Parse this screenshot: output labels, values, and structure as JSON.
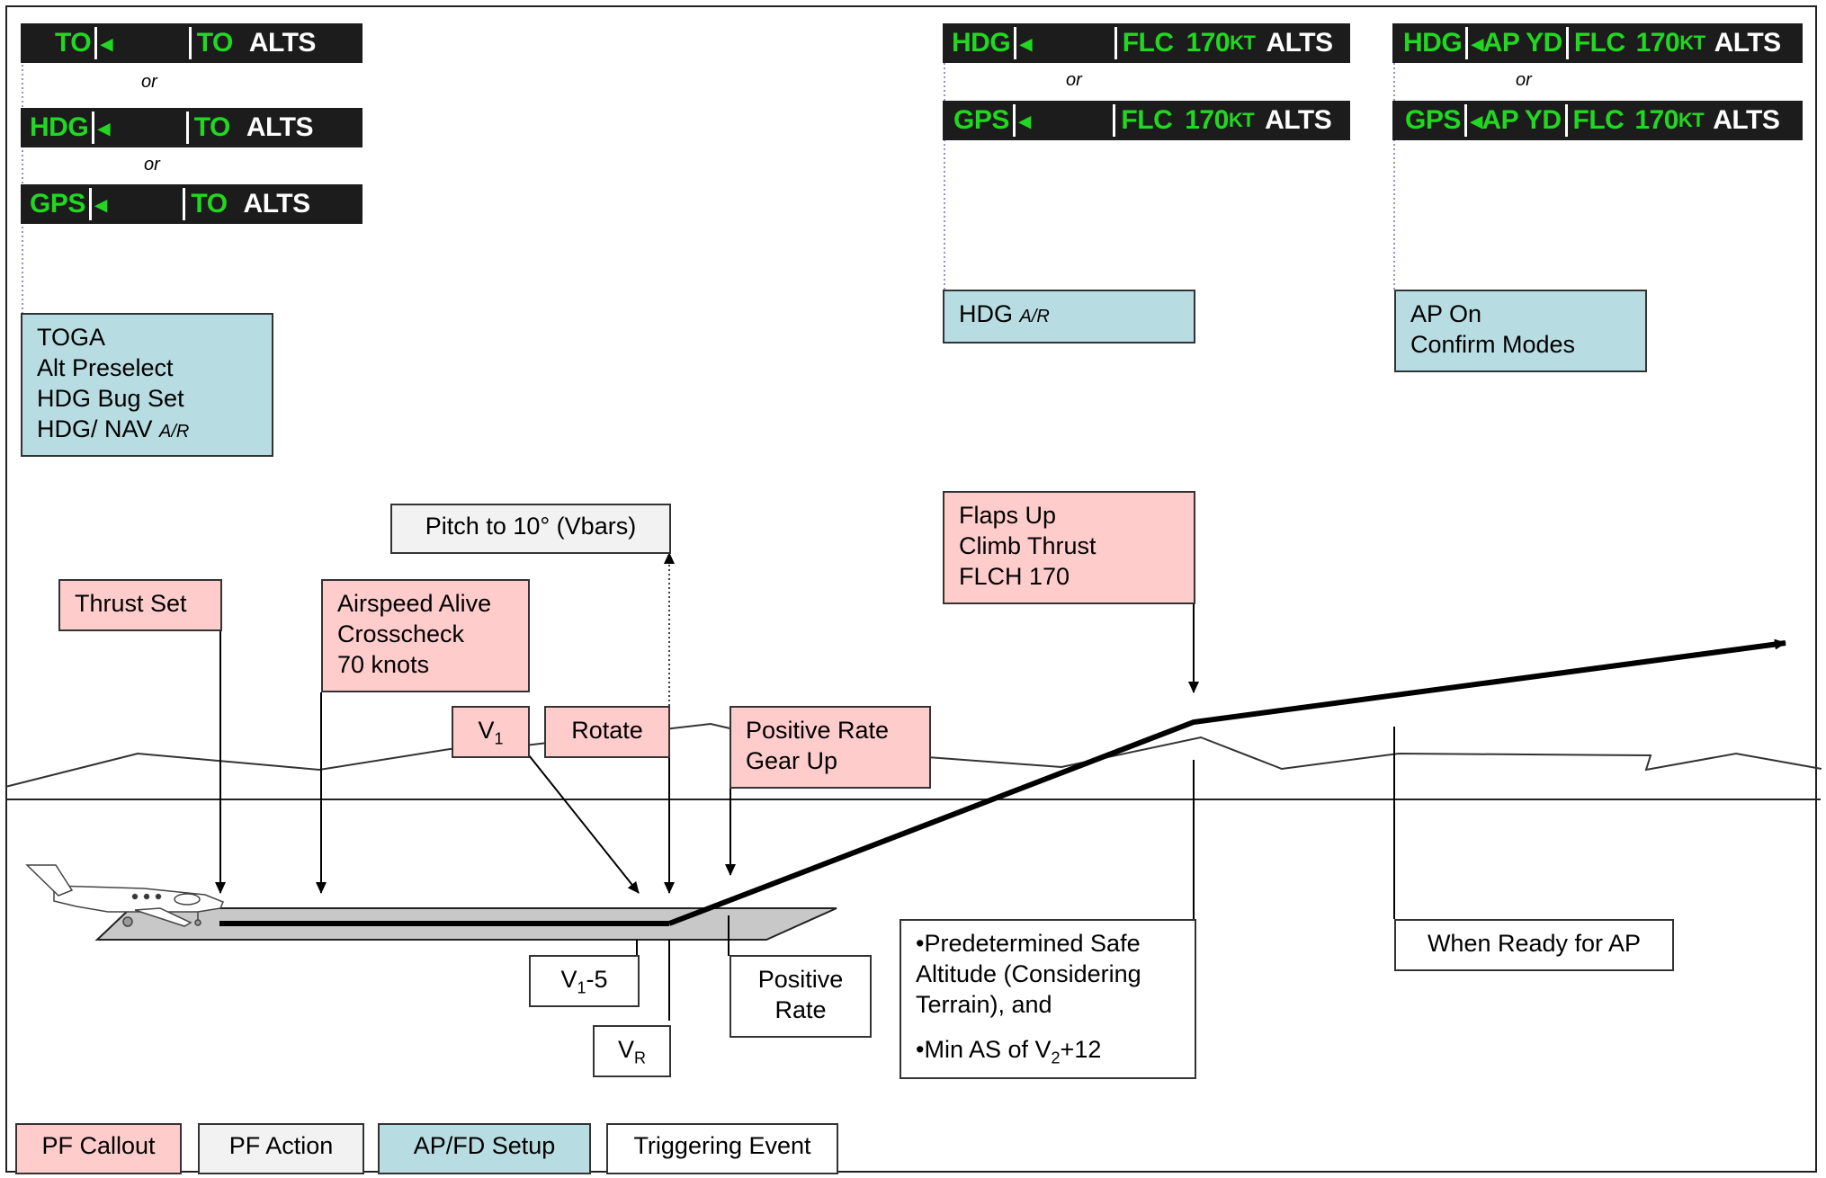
{
  "strips": {
    "s1": {
      "a": "TO",
      "b": "TO",
      "c": "ALTS"
    },
    "s2": {
      "a": "HDG",
      "b": "TO",
      "c": "ALTS"
    },
    "s3": {
      "a": "GPS",
      "b": "TO",
      "c": "ALTS"
    },
    "s4": {
      "a": "HDG",
      "b": "FLC",
      "n": "170",
      "u": "KT",
      "c": "ALTS"
    },
    "s5": {
      "a": "GPS",
      "b": "FLC",
      "n": "170",
      "u": "KT",
      "c": "ALTS"
    },
    "s6": {
      "a": "HDG",
      "ap": "AP YD",
      "b": "FLC",
      "n": "170",
      "u": "KT",
      "c": "ALTS"
    },
    "s7": {
      "a": "GPS",
      "ap": "AP YD",
      "b": "FLC",
      "n": "170",
      "u": "KT",
      "c": "ALTS"
    }
  },
  "or_label": "or",
  "arrow_glyph": "◂",
  "boxes": {
    "toga": {
      "l1": "TOGA",
      "l2": "Alt Preselect",
      "l3": "HDG Bug Set",
      "l4": "HDG/ NAV",
      "ar": "A/R"
    },
    "hdg_ar": {
      "l1": "HDG",
      "ar": "A/R"
    },
    "ap_on": {
      "l1": "AP On",
      "l2": "Confirm Modes"
    },
    "pitch": "Pitch to 10° (Vbars)",
    "flaps": {
      "l1": "Flaps Up",
      "l2": "Climb Thrust",
      "l3": "FLCH 170"
    },
    "thrust": "Thrust Set",
    "airspeed": {
      "l1": "Airspeed Alive",
      "l2": "Crosscheck",
      "l3": "70 knots"
    },
    "v1": {
      "v": "V",
      "sub": "1"
    },
    "rotate": "Rotate",
    "posrate_gear": {
      "l1": "Positive Rate",
      "l2": "Gear Up"
    },
    "v1_5": {
      "v": "V",
      "sub": "1",
      "tail": "-5"
    },
    "vr": {
      "v": "V",
      "sub": "R"
    },
    "posrate": {
      "l1": "Positive",
      "l2": "Rate"
    },
    "safe_alt": {
      "l1": "•Predetermined Safe",
      "l2": "Altitude (Considering",
      "l3": "Terrain), and",
      "l4": "•Min AS of V",
      "sub": "2",
      "tail": "+12"
    },
    "ready_ap": "When Ready for AP"
  },
  "legend": {
    "pf_callout": "PF Callout",
    "pf_action": "PF Action",
    "apfd_setup": "AP/FD Setup",
    "trigger": "Triggering Event"
  },
  "colors": {
    "pf_callout": "#ffcccc",
    "pf_action": "#f2f2f2",
    "apfd_setup": "#b7dde2",
    "trigger": "#ffffff",
    "annunciator_green": "#21d821",
    "annunciator_bg": "#1c1c1c"
  }
}
